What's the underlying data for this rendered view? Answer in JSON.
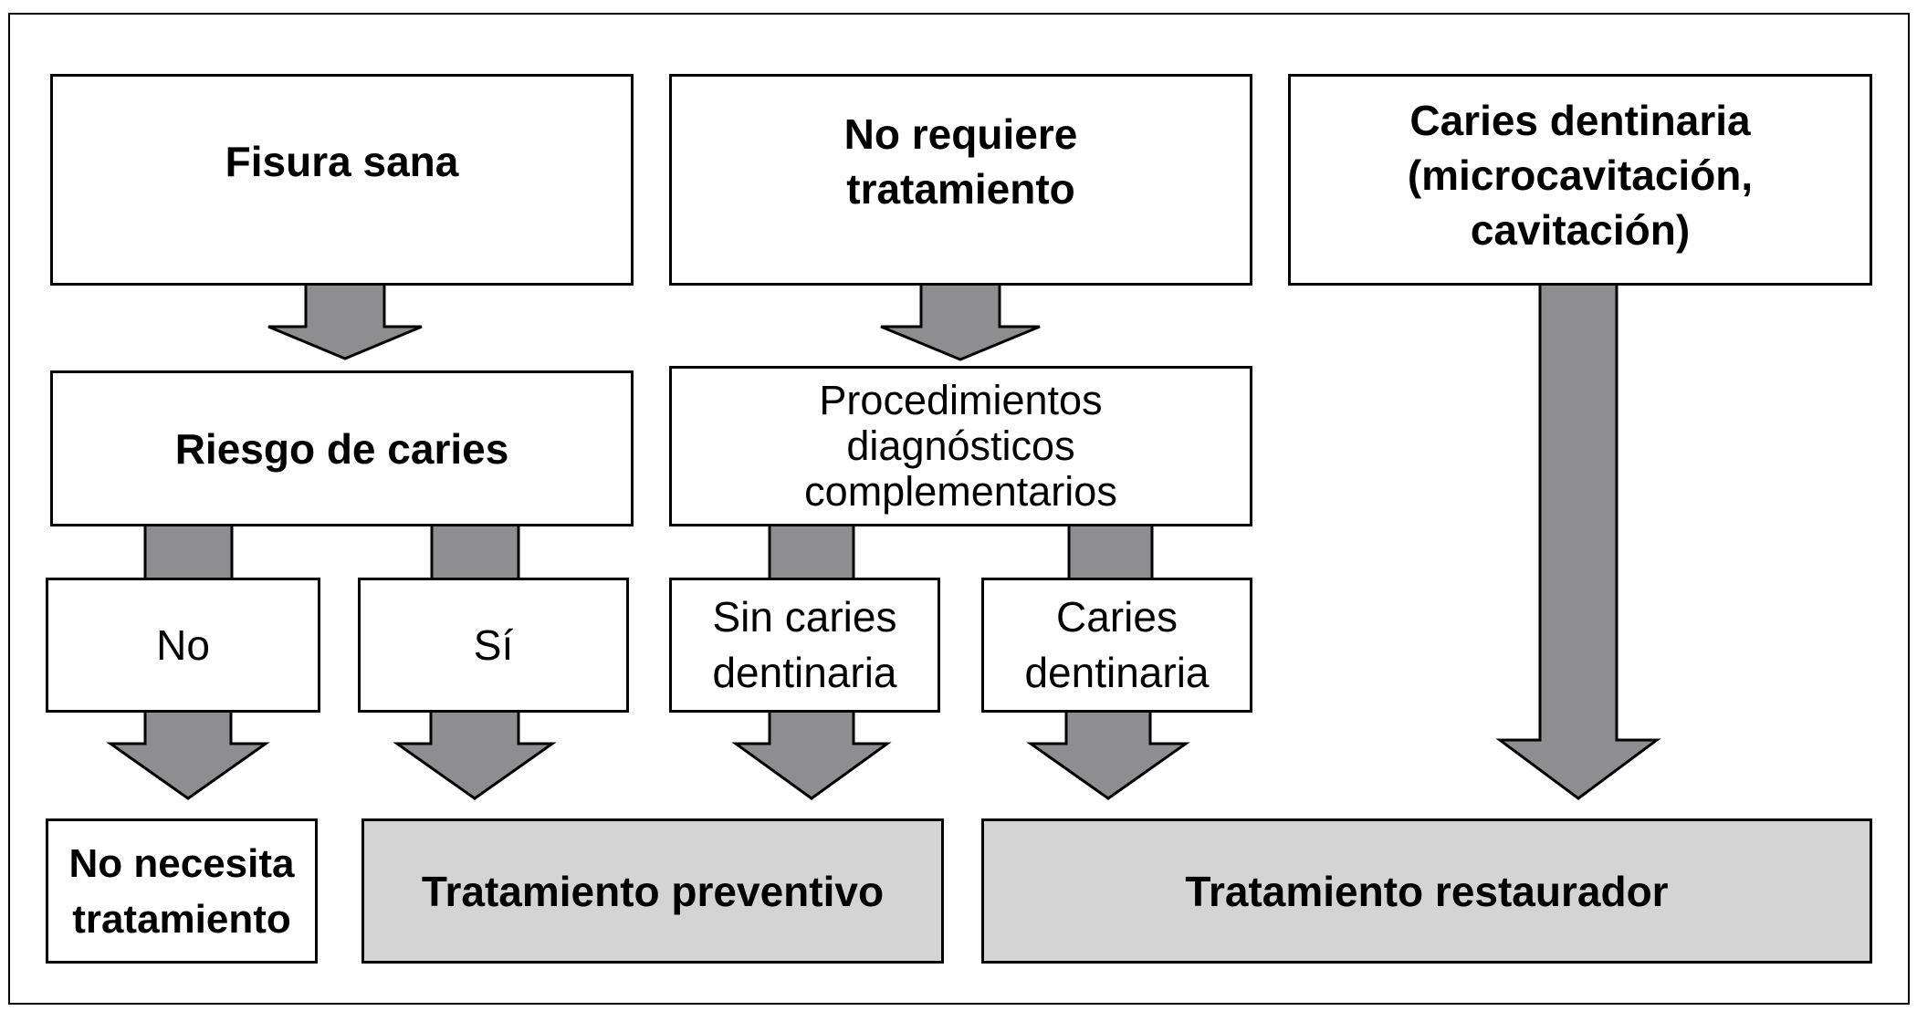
{
  "diagram": {
    "boxes": {
      "fisura_sana": "Fisura sana",
      "no_requiere_tratamiento": [
        "No requiere",
        "tratamiento"
      ],
      "caries_dentinaria_cavitacion": [
        "Caries dentinaria",
        "(microcavitación,",
        "cavitación)"
      ],
      "riesgo_de_caries": "Riesgo de caries",
      "procedimientos_diagnosticos": [
        "Procedimientos",
        "diagnósticos",
        "complementarios"
      ],
      "no": "No",
      "si": "Sí",
      "sin_caries_dentinaria": [
        "Sin caries",
        "dentinaria"
      ],
      "caries_dentinaria": [
        "Caries",
        "dentinaria"
      ],
      "no_necesita_tratamiento": [
        "No necesita",
        "tratamiento"
      ],
      "tratamiento_preventivo": "Tratamiento preventivo",
      "tratamiento_restaurador": "Tratamiento restaurador"
    },
    "colors": {
      "border": "#000000",
      "arrow_fill": "#8e8e90",
      "outcome_fill": "#d4d4d5",
      "background": "#ffffff"
    }
  }
}
